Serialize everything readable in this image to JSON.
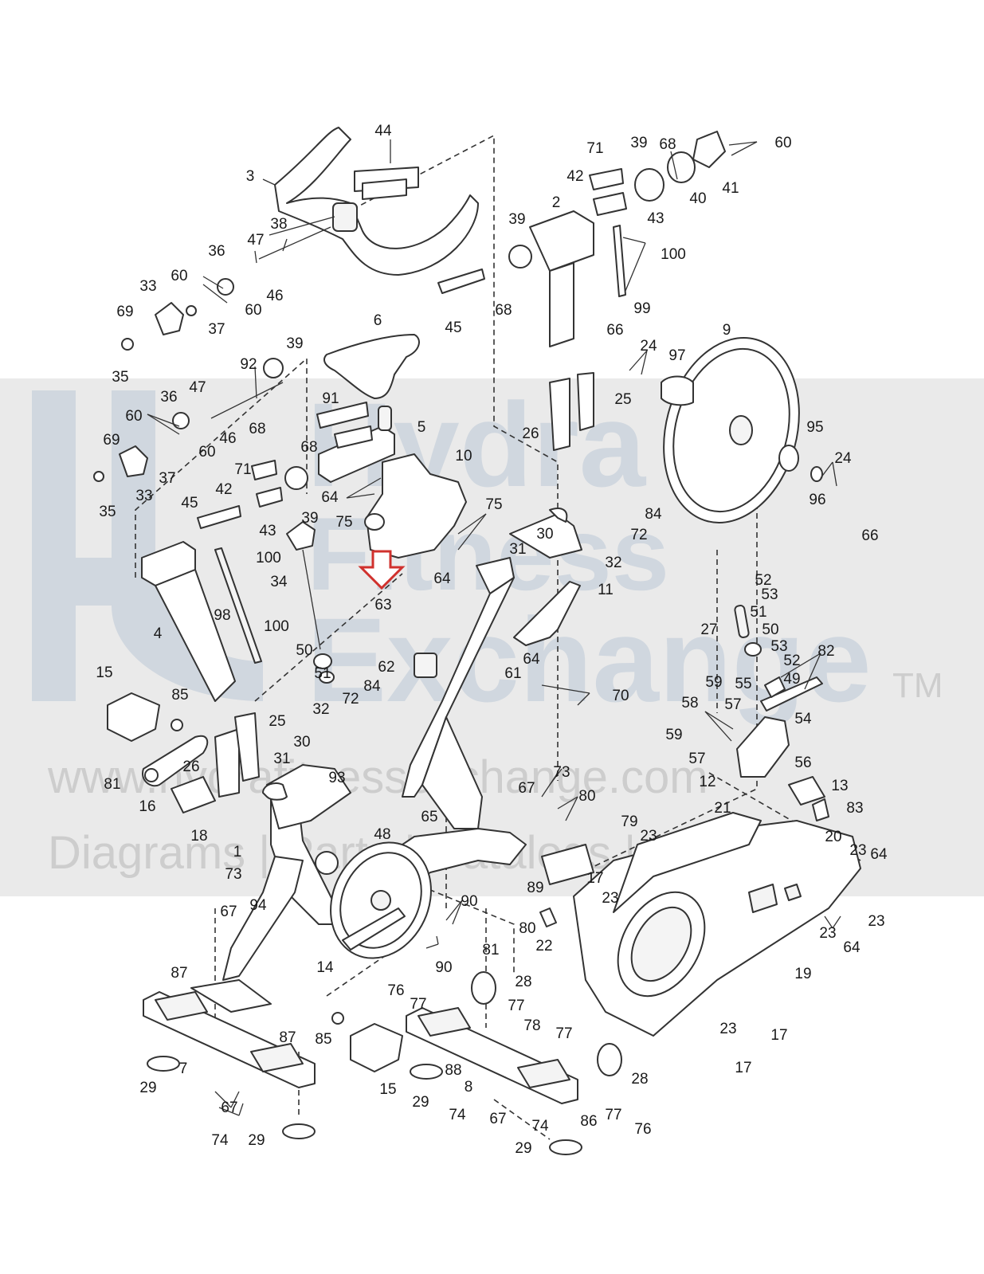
{
  "watermark": {
    "brand_line1": "Hydra",
    "brand_line2": "Fitness",
    "brand_line3": "Exchange",
    "trademark": "TM",
    "url": "www.hydrafitnessexchange.com",
    "tagline": "Diagrams | Parts | Catalogs | Info"
  },
  "callout": {
    "arrow_color": "#d0312d",
    "part_number": "63"
  },
  "labels": [
    {
      "id": "l44",
      "text": "44"
    },
    {
      "id": "l3",
      "text": "3"
    },
    {
      "id": "l38",
      "text": "38"
    },
    {
      "id": "l47a",
      "text": "47"
    },
    {
      "id": "l36a",
      "text": "36"
    },
    {
      "id": "l46a",
      "text": "46"
    },
    {
      "id": "l60a",
      "text": "60"
    },
    {
      "id": "l60b",
      "text": "60"
    },
    {
      "id": "l33a",
      "text": "33"
    },
    {
      "id": "l37a",
      "text": "37"
    },
    {
      "id": "l69a",
      "text": "69"
    },
    {
      "id": "l35a",
      "text": "35"
    },
    {
      "id": "l71a",
      "text": "71"
    },
    {
      "id": "l39a",
      "text": "39"
    },
    {
      "id": "l68a",
      "text": "68"
    },
    {
      "id": "l60c",
      "text": "60"
    },
    {
      "id": "l41",
      "text": "41"
    },
    {
      "id": "l40",
      "text": "40"
    },
    {
      "id": "l42a",
      "text": "42"
    },
    {
      "id": "l43a",
      "text": "43"
    },
    {
      "id": "l2",
      "text": "2"
    },
    {
      "id": "l39b",
      "text": "39"
    },
    {
      "id": "l100a",
      "text": "100"
    },
    {
      "id": "l99",
      "text": "99"
    },
    {
      "id": "l68b",
      "text": "68"
    },
    {
      "id": "l45a",
      "text": "45"
    },
    {
      "id": "l6",
      "text": "6"
    },
    {
      "id": "l39c",
      "text": "39"
    },
    {
      "id": "l92",
      "text": "92"
    },
    {
      "id": "l47b",
      "text": "47"
    },
    {
      "id": "l36b",
      "text": "36"
    },
    {
      "id": "l60d",
      "text": "60"
    },
    {
      "id": "l46b",
      "text": "46"
    },
    {
      "id": "l60e",
      "text": "60"
    },
    {
      "id": "l68c",
      "text": "68"
    },
    {
      "id": "l91",
      "text": "91"
    },
    {
      "id": "l5",
      "text": "5"
    },
    {
      "id": "l69b",
      "text": "69"
    },
    {
      "id": "l33b",
      "text": "33"
    },
    {
      "id": "l37b",
      "text": "37"
    },
    {
      "id": "l35b",
      "text": "35"
    },
    {
      "id": "l68d",
      "text": "68"
    },
    {
      "id": "l71b",
      "text": "71"
    },
    {
      "id": "l42b",
      "text": "42"
    },
    {
      "id": "l45b",
      "text": "45"
    },
    {
      "id": "l43b",
      "text": "43"
    },
    {
      "id": "l39d",
      "text": "39"
    },
    {
      "id": "l64a",
      "text": "64"
    },
    {
      "id": "l75a",
      "text": "75"
    },
    {
      "id": "l10",
      "text": "10"
    },
    {
      "id": "l75b",
      "text": "75"
    },
    {
      "id": "l64b",
      "text": "64"
    },
    {
      "id": "l66a",
      "text": "66"
    },
    {
      "id": "l24a",
      "text": "24"
    },
    {
      "id": "l97",
      "text": "97"
    },
    {
      "id": "l9",
      "text": "9"
    },
    {
      "id": "l25a",
      "text": "25"
    },
    {
      "id": "l26a",
      "text": "26"
    },
    {
      "id": "l95",
      "text": "95"
    },
    {
      "id": "l24b",
      "text": "24"
    },
    {
      "id": "l96",
      "text": "96"
    },
    {
      "id": "l66b",
      "text": "66"
    },
    {
      "id": "l84a",
      "text": "84"
    },
    {
      "id": "l72a",
      "text": "72"
    },
    {
      "id": "l30a",
      "text": "30"
    },
    {
      "id": "l31a",
      "text": "31"
    },
    {
      "id": "l32a",
      "text": "32"
    },
    {
      "id": "l11",
      "text": "11"
    },
    {
      "id": "l100b",
      "text": "100"
    },
    {
      "id": "l34",
      "text": "34"
    },
    {
      "id": "l98",
      "text": "98"
    },
    {
      "id": "l4",
      "text": "4"
    },
    {
      "id": "l100c",
      "text": "100"
    },
    {
      "id": "l50a",
      "text": "50"
    },
    {
      "id": "l51a",
      "text": "51"
    },
    {
      "id": "l62",
      "text": "62"
    },
    {
      "id": "l64c",
      "text": "64"
    },
    {
      "id": "l61",
      "text": "61"
    },
    {
      "id": "l70",
      "text": "70"
    },
    {
      "id": "l52a",
      "text": "52"
    },
    {
      "id": "l53a",
      "text": "53"
    },
    {
      "id": "l27",
      "text": "27"
    },
    {
      "id": "l51b",
      "text": "51"
    },
    {
      "id": "l50b",
      "text": "50"
    },
    {
      "id": "l53b",
      "text": "53"
    },
    {
      "id": "l52b",
      "text": "52"
    },
    {
      "id": "l82",
      "text": "82"
    },
    {
      "id": "l49",
      "text": "49"
    },
    {
      "id": "l59a",
      "text": "59"
    },
    {
      "id": "l55",
      "text": "55"
    },
    {
      "id": "l58",
      "text": "58"
    },
    {
      "id": "l57a",
      "text": "57"
    },
    {
      "id": "l54",
      "text": "54"
    },
    {
      "id": "l59b",
      "text": "59"
    },
    {
      "id": "l57b",
      "text": "57"
    },
    {
      "id": "l56",
      "text": "56"
    },
    {
      "id": "l12",
      "text": "12"
    },
    {
      "id": "l13",
      "text": "13"
    },
    {
      "id": "l83",
      "text": "83"
    },
    {
      "id": "l15a",
      "text": "15"
    },
    {
      "id": "l85a",
      "text": "85"
    },
    {
      "id": "l72b",
      "text": "72"
    },
    {
      "id": "l84b",
      "text": "84"
    },
    {
      "id": "l32b",
      "text": "32"
    },
    {
      "id": "l25b",
      "text": "25"
    },
    {
      "id": "l30b",
      "text": "30"
    },
    {
      "id": "l26b",
      "text": "26"
    },
    {
      "id": "l31b",
      "text": "31"
    },
    {
      "id": "l81a",
      "text": "81"
    },
    {
      "id": "l16",
      "text": "16"
    },
    {
      "id": "l93",
      "text": "93"
    },
    {
      "id": "l18",
      "text": "18"
    },
    {
      "id": "l73a",
      "text": "73"
    },
    {
      "id": "l67a",
      "text": "67"
    },
    {
      "id": "l80a",
      "text": "80"
    },
    {
      "id": "l65",
      "text": "65"
    },
    {
      "id": "l48",
      "text": "48"
    },
    {
      "id": "l1",
      "text": "1"
    },
    {
      "id": "l79",
      "text": "79"
    },
    {
      "id": "l23a",
      "text": "23"
    },
    {
      "id": "l21",
      "text": "21"
    },
    {
      "id": "l20",
      "text": "20"
    },
    {
      "id": "l23b",
      "text": "23"
    },
    {
      "id": "l64d",
      "text": "64"
    },
    {
      "id": "l89",
      "text": "89"
    },
    {
      "id": "l17a",
      "text": "17"
    },
    {
      "id": "l23c",
      "text": "23"
    },
    {
      "id": "l73b",
      "text": "73"
    },
    {
      "id": "l94",
      "text": "94"
    },
    {
      "id": "l67b",
      "text": "67"
    },
    {
      "id": "l90a",
      "text": "90"
    },
    {
      "id": "l80b",
      "text": "80"
    },
    {
      "id": "l22",
      "text": "22"
    },
    {
      "id": "l23d",
      "text": "23"
    },
    {
      "id": "l23e",
      "text": "23"
    },
    {
      "id": "l64e",
      "text": "64"
    },
    {
      "id": "l81b",
      "text": "81"
    },
    {
      "id": "l14",
      "text": "14"
    },
    {
      "id": "l90b",
      "text": "90"
    },
    {
      "id": "l19",
      "text": "19"
    },
    {
      "id": "l87a",
      "text": "87"
    },
    {
      "id": "l28a",
      "text": "28"
    },
    {
      "id": "l76a",
      "text": "76"
    },
    {
      "id": "l77a",
      "text": "77"
    },
    {
      "id": "l77b",
      "text": "77"
    },
    {
      "id": "l78",
      "text": "78"
    },
    {
      "id": "l23f",
      "text": "23"
    },
    {
      "id": "l17b",
      "text": "17"
    },
    {
      "id": "l87b",
      "text": "87"
    },
    {
      "id": "l85b",
      "text": "85"
    },
    {
      "id": "l77c",
      "text": "77"
    },
    {
      "id": "l7",
      "text": "7"
    },
    {
      "id": "l29a",
      "text": "29"
    },
    {
      "id": "l88",
      "text": "88"
    },
    {
      "id": "l28b",
      "text": "28"
    },
    {
      "id": "l17c",
      "text": "17"
    },
    {
      "id": "l15b",
      "text": "15"
    },
    {
      "id": "l29b",
      "text": "29"
    },
    {
      "id": "l8",
      "text": "8"
    },
    {
      "id": "l67c",
      "text": "67"
    },
    {
      "id": "l74a",
      "text": "74"
    },
    {
      "id": "l67d",
      "text": "67"
    },
    {
      "id": "l74b",
      "text": "74"
    },
    {
      "id": "l86",
      "text": "86"
    },
    {
      "id": "l77d",
      "text": "77"
    },
    {
      "id": "l76b",
      "text": "76"
    },
    {
      "id": "l74c",
      "text": "74"
    },
    {
      "id": "l29c",
      "text": "29"
    },
    {
      "id": "l29d",
      "text": "29"
    }
  ]
}
